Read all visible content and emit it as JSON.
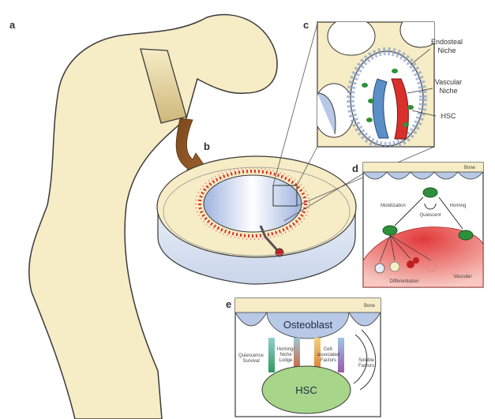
{
  "panels": {
    "a": "a",
    "b": "b",
    "c": "c",
    "d": "d",
    "e": "e"
  },
  "panel_c": {
    "labels": {
      "endosteal_line1": "Endosteal",
      "endosteal_line2": "Niche",
      "vascular_line1": "Vascular",
      "vascular_line2": "Niche",
      "hsc": "HSC"
    }
  },
  "panel_d": {
    "bone": "Bone",
    "mobilization": "Mobilization",
    "homing": "Homing",
    "quiescent": "Quiescent",
    "differentiation": "Differentiation",
    "vascular": "Vascular"
  },
  "panel_e": {
    "bone": "Bone",
    "osteoblast": "Osteoblast",
    "quiescence_line1": "Quiescence",
    "quiescence_line2": "Survival",
    "homing_line1": "Homing/",
    "homing_line2": "Niche",
    "homing_line3": "Lodge",
    "cell_line1": "Cell-",
    "cell_line2": "associated",
    "cell_line3": "Factors",
    "soluble_line1": "Soluble",
    "soluble_line2": "Factors",
    "hsc": "HSC"
  },
  "colors": {
    "bone_cream": "#f6ecc5",
    "bone_outline": "#3a3a3a",
    "artery_red": "#d9302c",
    "vein_blue": "#5a8fc8",
    "hsc_green": "#2f8f3a",
    "osteoblast_blue": "#b7c9e6",
    "hsc_light_green": "#a7d68a",
    "vascular_pink": "#f08a8a"
  }
}
